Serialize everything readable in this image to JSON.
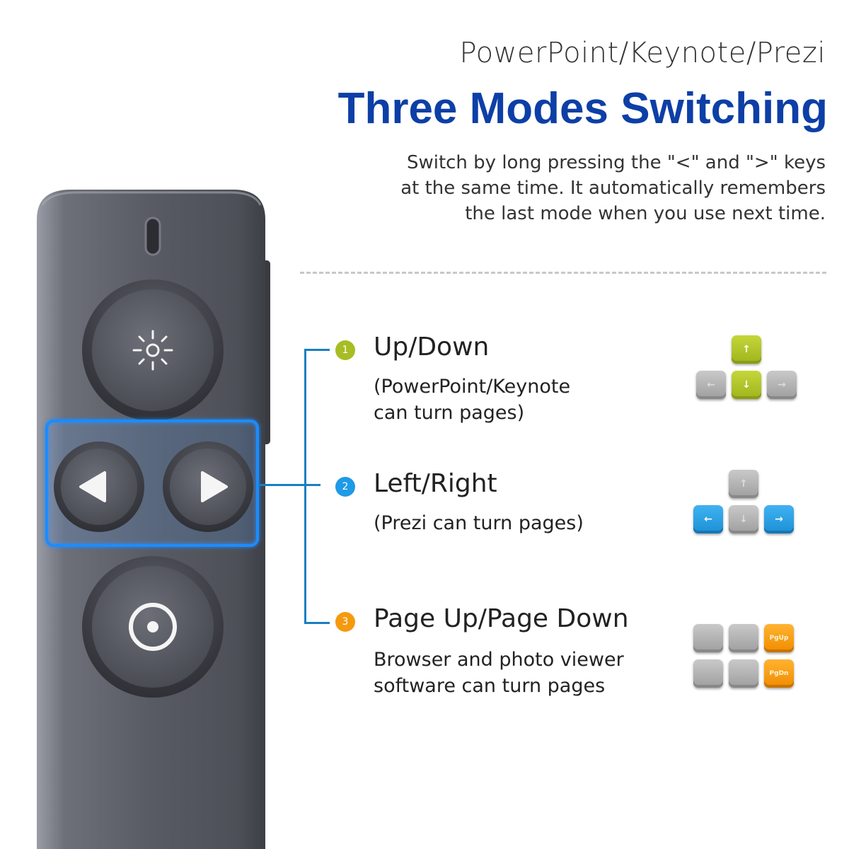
{
  "header": {
    "subtitle": "PowerPoint/Keynote/Prezi",
    "title": "Three Modes Switching",
    "description": [
      "Switch by long pressing the \"<\" and \">\" keys",
      "at the same time. It automatically remembers",
      "the last mode when you use next time."
    ]
  },
  "modes": [
    {
      "number": "1",
      "color": "#a7bd24",
      "name": "Up/Down",
      "sub": [
        "(PowerPoint/Keynote",
        "can turn pages)"
      ],
      "icon": "arrow-keys-up-down-icon"
    },
    {
      "number": "2",
      "color": "#1e9ae6",
      "name": "Left/Right",
      "sub": [
        "(Prezi can turn pages)"
      ],
      "icon": "arrow-keys-left-right-icon"
    },
    {
      "number": "3",
      "color": "#f59a0f",
      "name": "Page Up/Page Down",
      "sub": [
        "Browser and photo viewer",
        "software can turn pages"
      ],
      "icon": "page-up-down-keys-icon"
    }
  ],
  "keys": {
    "arrow_up": "↑",
    "arrow_down": "↓",
    "arrow_left": "←",
    "arrow_right": "→",
    "pgup": "PgUp",
    "pgdn": "PgDn"
  },
  "colors": {
    "title": "#0d3fa6",
    "highlight": "#1a7fc2",
    "remote_body": "#5b5d66"
  }
}
